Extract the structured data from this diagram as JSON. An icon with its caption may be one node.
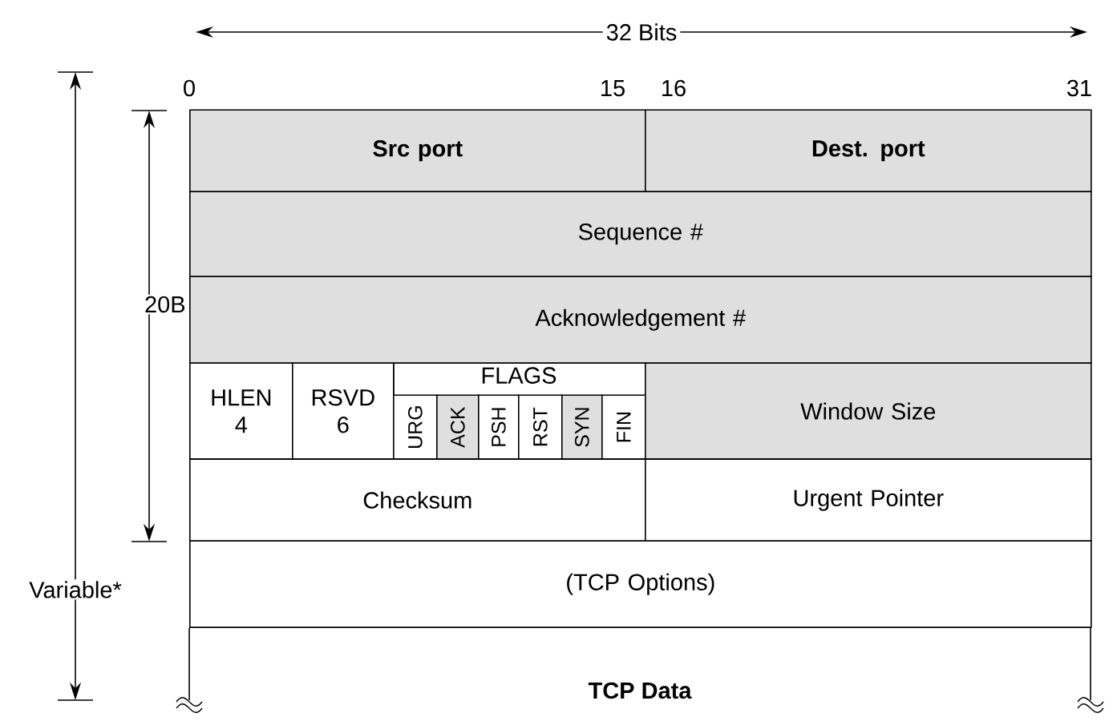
{
  "diagram": {
    "nodes": [
      {
        "text": [
          "Src port"
        ]
      },
      {
        "text": [
          "Dest. port"
        ]
      },
      {
        "text": [
          "Sequence #"
        ]
      },
      {
        "text": [
          "Acknowledgement #"
        ]
      },
      {
        "text": [
          "HLEN 4"
        ]
      },
      {
        "text": [
          "RSVD 6"
        ]
      },
      {
        "text": [
          "FLAGS"
        ]
      },
      {
        "text": [
          "URG"
        ],
        "in": 6
      },
      {
        "text": [
          "ACK"
        ],
        "in": 6
      },
      {
        "text": [
          "PSH"
        ],
        "in": 6
      },
      {
        "text": [
          "RST"
        ],
        "in": 6
      },
      {
        "text": [
          "SYN"
        ],
        "in": 6
      },
      {
        "text": [
          "FIN"
        ],
        "in": 6
      },
      {
        "text": [
          "Window Size"
        ]
      },
      {
        "text": [
          "Checksum"
        ]
      },
      {
        "text": [
          "Urgent Pointer"
        ]
      },
      {
        "text": [
          "(TCP Options)"
        ]
      },
      {
        "text": [
          "TCP Data"
        ]
      }
    ],
    "labels": [
      "32 Bits",
      "0",
      "15",
      "16",
      "31",
      "20B",
      "Variable*"
    ]
  }
}
